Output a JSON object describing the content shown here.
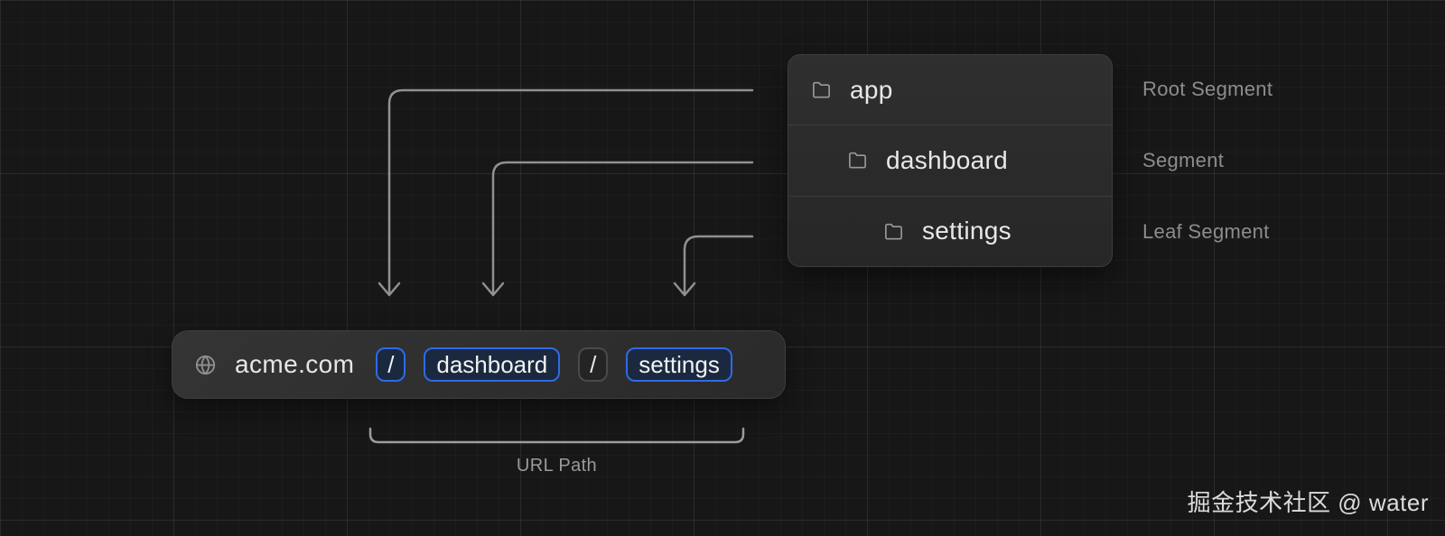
{
  "colors": {
    "background": "#171717",
    "panel_fill": "#2b2b2b",
    "accent_blue": "#2e6be6",
    "chip_blue_fill": "#1b2940",
    "chip_gray_border": "#4a4a4a",
    "arrow_gray": "#909090",
    "text_primary": "#e8e8e8",
    "text_muted": "#8d8d8d"
  },
  "folder_panel": {
    "rows": [
      {
        "label": "app",
        "annotation": "Root Segment"
      },
      {
        "label": "dashboard",
        "annotation": "Segment"
      },
      {
        "label": "settings",
        "annotation": "Leaf Segment"
      }
    ]
  },
  "url_bar": {
    "domain": "acme.com",
    "segments": [
      {
        "text": "/"
      },
      {
        "text": "dashboard"
      },
      {
        "text": "/"
      },
      {
        "text": "settings"
      }
    ]
  },
  "bracket": {
    "label": "URL Path"
  },
  "watermark": {
    "text": "掘金技术社区 @ water"
  }
}
